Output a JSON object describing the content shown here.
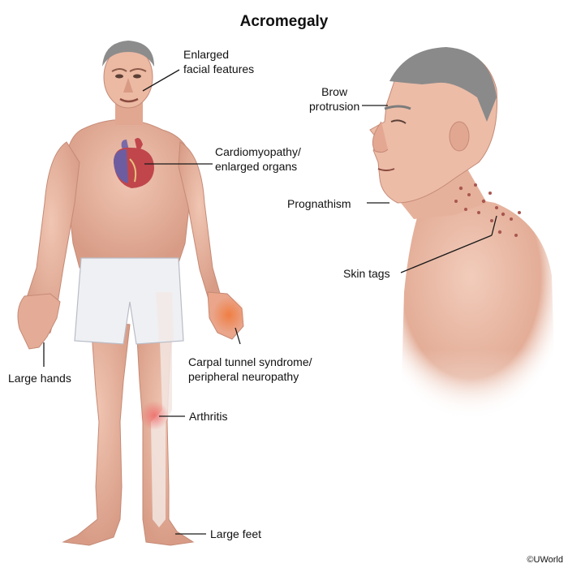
{
  "title": "Acromegaly",
  "labels": {
    "facial": [
      "Enlarged",
      "facial features"
    ],
    "cardio": [
      "Cardiomyopathy/",
      "enlarged organs"
    ],
    "hands": "Large hands",
    "carpal": [
      "Carpal tunnel syndrome/",
      "peripheral neuropathy"
    ],
    "arthritis": "Arthritis",
    "feet": "Large feet",
    "brow": [
      "Brow",
      "protrusion"
    ],
    "prognathism": "Prognathism",
    "skin_tags": "Skin tags"
  },
  "copyright": "©UWorld",
  "colors": {
    "skin": "#e9b8a3",
    "skin_shadow": "#cf9480",
    "hair": "#8c8c8c",
    "shorts": "#eef0f4",
    "heart": "#c0464c",
    "vessel": "#7a6aa8",
    "bone": "#f2e6e2",
    "joint_glow": "#f0a29a",
    "nerve_glow": "#f07a3c",
    "line": "#1a1a1a"
  }
}
